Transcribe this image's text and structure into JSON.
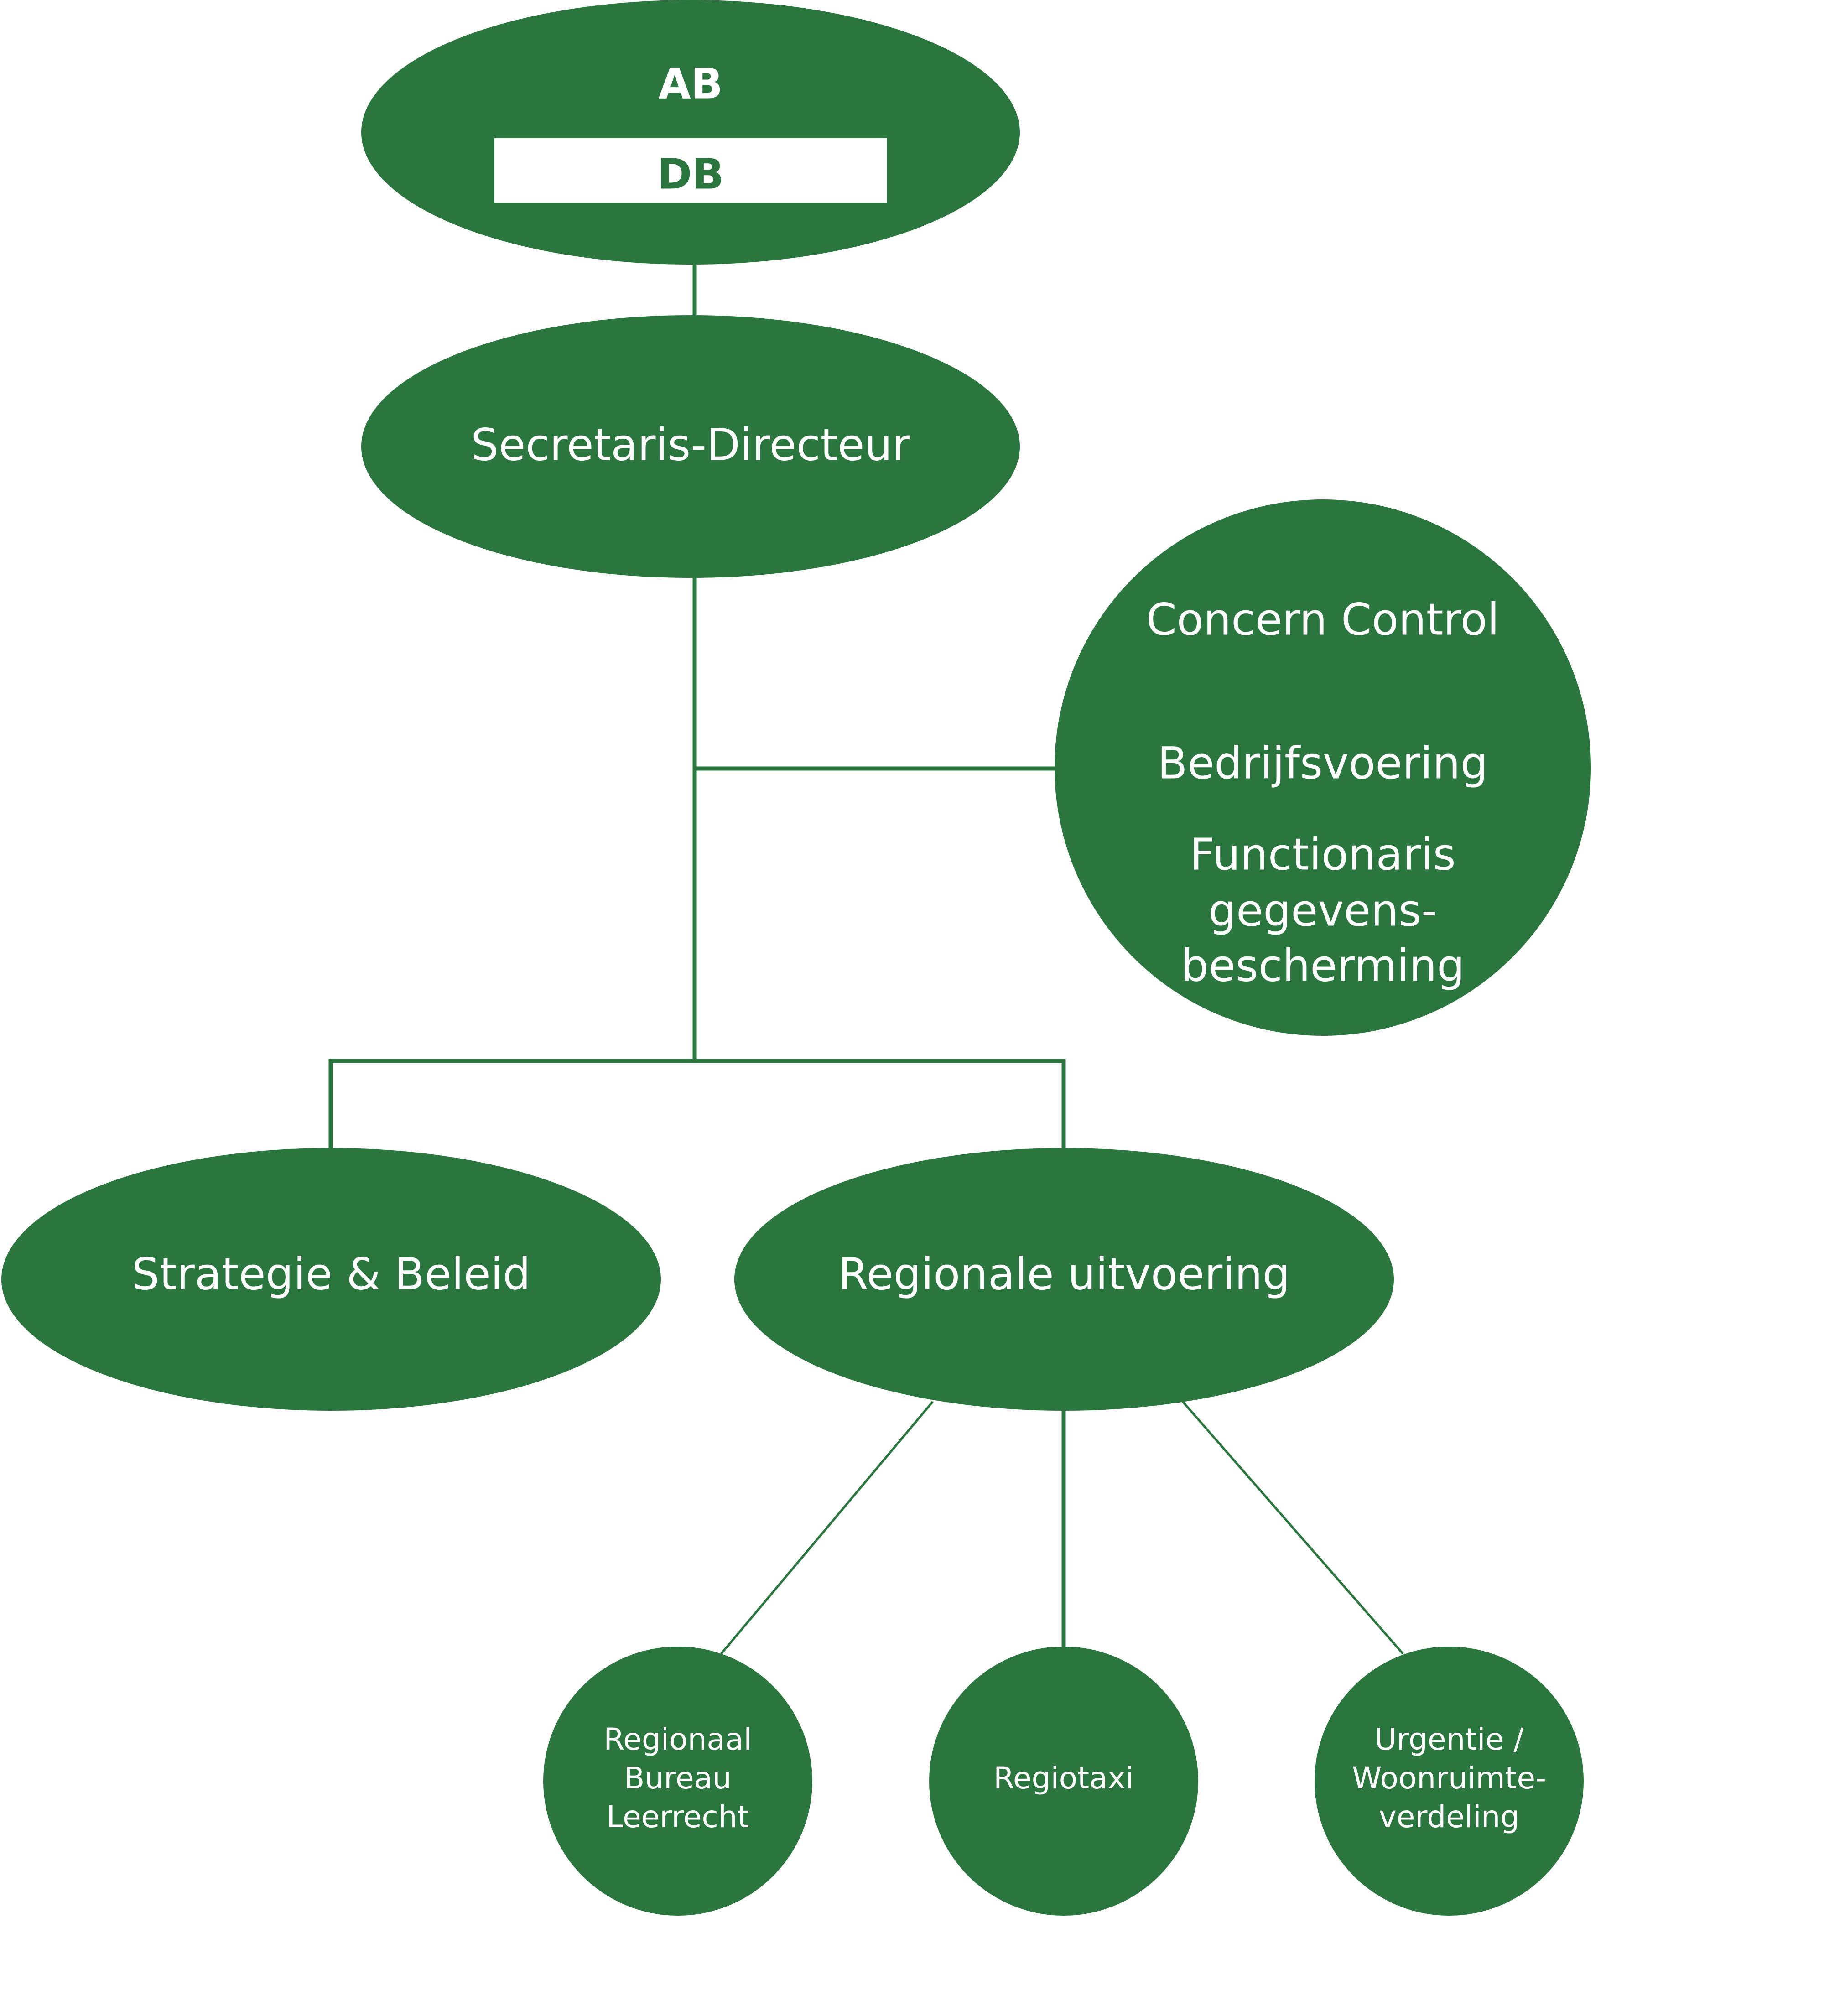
{
  "diagram": {
    "type": "org-chart",
    "accent_color": "#2a763e",
    "background_color": "#ffffff",
    "nodes": {
      "board": {
        "label_ab": "AB",
        "label_db": "DB"
      },
      "director": {
        "label": "Secretaris-Directeur"
      },
      "staff": {
        "line1": "Concern Control",
        "line2": "Bedrijfsvoering",
        "line3": "Functionaris",
        "line4": "gegevens-",
        "line5": "bescherming"
      },
      "strategy": {
        "label": "Strategie & Beleid"
      },
      "regional": {
        "label": "Regionale uitvoering"
      },
      "leerrecht": {
        "line1": "Regionaal",
        "line2": "Bureau",
        "line3": "Leerrecht"
      },
      "regiotaxi": {
        "label": "Regiotaxi"
      },
      "urgentie": {
        "line1": "Urgentie /",
        "line2": "Woonruimte-",
        "line3": "verdeling"
      }
    },
    "edges": [
      {
        "from": "AB/DB",
        "to": "Secretaris-Directeur"
      },
      {
        "from": "Secretaris-Directeur",
        "to": "Concern Control / Bedrijfsvoering / Functionaris gegevensbescherming"
      },
      {
        "from": "Secretaris-Directeur",
        "to": "Strategie & Beleid"
      },
      {
        "from": "Secretaris-Directeur",
        "to": "Regionale uitvoering"
      },
      {
        "from": "Regionale uitvoering",
        "to": "Regionaal Bureau Leerrecht"
      },
      {
        "from": "Regionale uitvoering",
        "to": "Regiotaxi"
      },
      {
        "from": "Regionale uitvoering",
        "to": "Urgentie / Woonruimteverdeling"
      }
    ]
  }
}
